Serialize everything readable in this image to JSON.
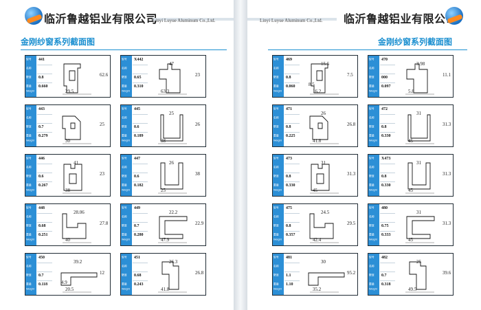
{
  "labels": {
    "model": "型号",
    "name": "名称",
    "thickness": "壁厚",
    "weight": "重量",
    "weight_en": "Weight"
  },
  "left": {
    "company": "临沂鲁越铝业有限公司",
    "company_en": "Linyi Luyue Aluminum Co.,Ltd.",
    "subtitle": "金刚纱窗系列截面图",
    "cards": [
      {
        "model": "441",
        "thickness": "0.8",
        "weight": "0.660",
        "dims": [
          "29.5",
          "62.6"
        ]
      },
      {
        "model": "X442",
        "thickness": "0.65",
        "weight": "0.310",
        "dims": [
          "63.3",
          "23",
          "47"
        ]
      },
      {
        "model": "443",
        "thickness": "0.7",
        "weight": "0.279",
        "dims": [
          "30",
          "25"
        ]
      },
      {
        "model": "445",
        "thickness": "0.6",
        "weight": "0.189",
        "dims": [
          "38",
          "26",
          "25"
        ]
      },
      {
        "model": "446",
        "thickness": "0.6",
        "weight": "0.267",
        "dims": [
          "38",
          "23",
          "41"
        ]
      },
      {
        "model": "447",
        "thickness": "0.6",
        "weight": "0.182",
        "dims": [
          "25",
          "38",
          "26"
        ]
      },
      {
        "model": "448",
        "thickness": "0.68",
        "weight": "0.251",
        "dims": [
          "40",
          "27.8",
          "28.06"
        ]
      },
      {
        "model": "449",
        "thickness": "0.7",
        "weight": "0.280",
        "dims": [
          "47.9",
          "22.9",
          "22.2"
        ]
      },
      {
        "model": "450",
        "thickness": "0.7",
        "weight": "0.118",
        "dims": [
          "20.5",
          "12",
          "39.2",
          "4.9"
        ]
      },
      {
        "model": "451",
        "thickness": "0.68",
        "weight": "0.243",
        "dims": [
          "41.8",
          "26.8",
          "26.3"
        ]
      }
    ]
  },
  "right": {
    "company": "临沂鲁越铝业有限公司",
    "company_en": "Linyi Luyue Aluminum Co.,Ltd.",
    "subtitle": "金刚纱窗系列截面图",
    "cards": [
      {
        "model": "469",
        "thickness": "0.8",
        "weight": "0.060",
        "dims": [
          "16.2",
          "7.5",
          "15.5",
          "8.5"
        ]
      },
      {
        "model": "470",
        "thickness": "000",
        "weight": "0.097",
        "dims": [
          "5.8",
          "11.11",
          "3.98"
        ]
      },
      {
        "model": "471",
        "thickness": "0.8",
        "weight": "0.225",
        "dims": [
          "41.8",
          "26.8",
          "26"
        ]
      },
      {
        "model": "472",
        "thickness": "0.8",
        "weight": "0.330",
        "dims": [
          "45",
          "31.3",
          "31"
        ]
      },
      {
        "model": "473",
        "thickness": "0.8",
        "weight": "0.330",
        "dims": [
          "45",
          "31.3",
          "31"
        ]
      },
      {
        "model": "X473",
        "thickness": "0.8",
        "weight": "0.330",
        "dims": [
          "45",
          "31.3",
          "31"
        ]
      },
      {
        "model": "475",
        "thickness": "0.8",
        "weight": "0.357",
        "dims": [
          "42.4",
          "29.5",
          "24.5"
        ]
      },
      {
        "model": "480",
        "thickness": "0.75",
        "weight": "0.333",
        "dims": [
          "45",
          "31.3",
          "31"
        ]
      },
      {
        "model": "481",
        "thickness": "1.1",
        "weight": "1.10",
        "dims": [
          "35.2",
          "95.2",
          "30"
        ]
      },
      {
        "model": "482",
        "thickness": "0.7",
        "weight": "0.318",
        "dims": [
          "49.5",
          "39.6",
          "25"
        ]
      }
    ]
  }
}
